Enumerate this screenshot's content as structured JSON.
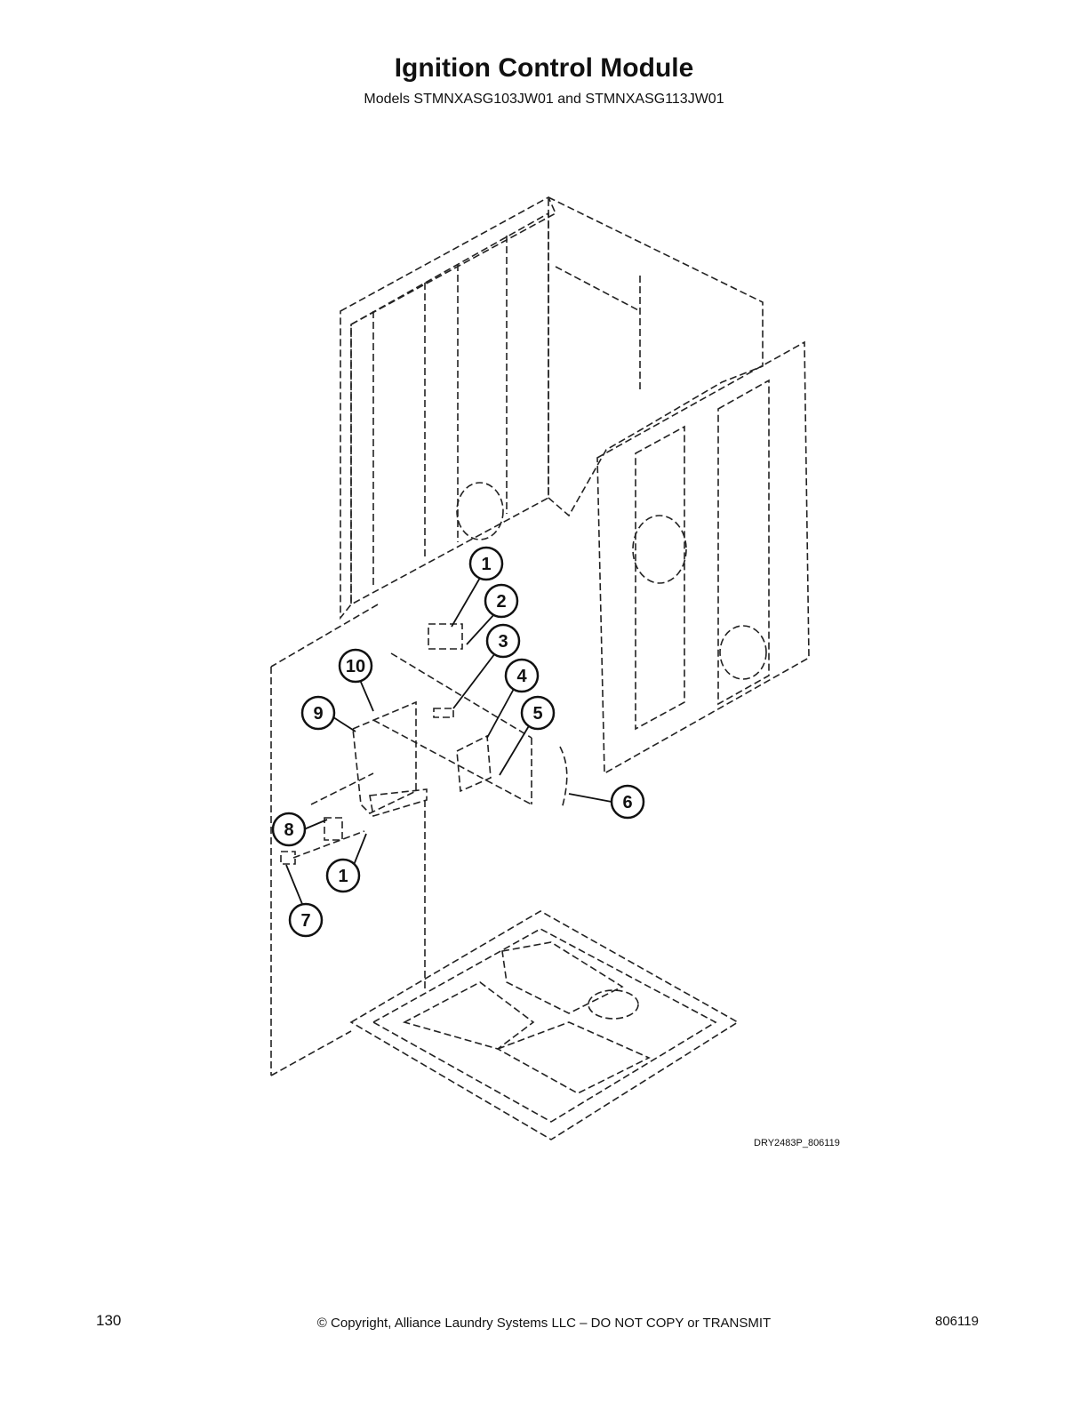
{
  "header": {
    "title": "Ignition Control Module",
    "subtitle": "Models STMNXASG103JW01 and STMNXASG113JW01"
  },
  "diagram": {
    "drawing_id": "DRY2483P_806119",
    "callouts": [
      "1",
      "2",
      "3",
      "4",
      "5",
      "6",
      "7",
      "8",
      "9",
      "10",
      "1"
    ]
  },
  "footer": {
    "page_number": "130",
    "copyright": "© Copyright, Alliance Laundry Systems LLC – DO NOT COPY or TRANSMIT",
    "doc_number": "806119"
  }
}
